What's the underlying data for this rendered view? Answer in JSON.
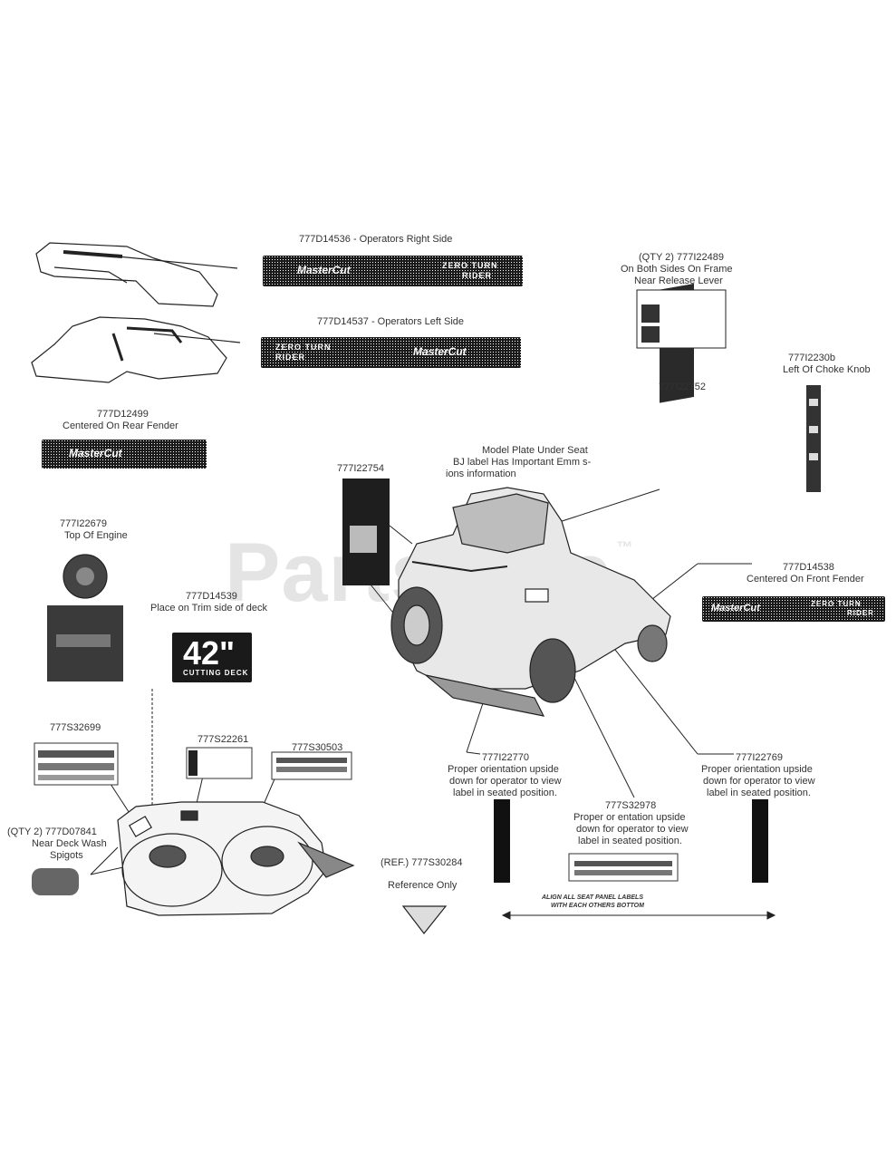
{
  "watermark": "PartsTree",
  "watermark_mark": "™",
  "labels": {
    "d14536": "777D14536 - Operators Right Side",
    "d14537": "777D14537 - Operators Left Side",
    "i22489_qty": "(QTY 2) 777I22489",
    "i22489_loc1": "On Both Sides On Frame",
    "i22489_loc2": "Near Release Lever",
    "i2230b": "777I2230b",
    "i2230b_loc": "Left Of Choke Knob",
    "d12499": "777D12499",
    "d12499_loc": "Centered On Rear Fender",
    "i22752": "777I22752",
    "i22754": "777I22754",
    "model_plate_1": "Model Plate Under Seat",
    "model_plate_2": "BJ label Has Important Emm s-",
    "model_plate_3": "ions information",
    "i22679": "777I22679",
    "i22679_loc": "Top Of Engine",
    "d14538": "777D14538",
    "d14538_loc": "Centered On Front Fender",
    "d14539": "777D14539",
    "d14539_loc": "Place on Trim side of deck",
    "s32699": "777S32699",
    "s22261": "777S22261",
    "s30503": "777S30503",
    "i22770": "777I22770",
    "i22770_l1": "Proper orientation upside",
    "i22770_l2": "down for operator to view",
    "i22770_l3": "label in seated position.",
    "i22769": "777I22769",
    "i22769_l1": "Proper orientation upside",
    "i22769_l2": "down for operator to view",
    "i22769_l3": "label in seated position.",
    "s32978": "777S32978",
    "s32978_l1": "Proper or entation upside",
    "s32978_l2": "down for operator to view",
    "s32978_l3": "label in seated position.",
    "d07841_qty": "(QTY 2) 777D07841",
    "d07841_l1": "Near Deck Wash",
    "d07841_l2": "Spigots",
    "s30284": "(REF.) 777S30284",
    "s30284_loc": "Reference Only",
    "align_1": "ALIGN ALL SEAT PANEL LABELS",
    "align_2": "WITH EACH OTHERS BOTTOM"
  },
  "decals": {
    "brand": "MasterCut",
    "zero_turn": "ZERO TURN",
    "rider": "RIDER",
    "deck_size": "42\"",
    "deck_sub": "CUTTING DECK"
  }
}
